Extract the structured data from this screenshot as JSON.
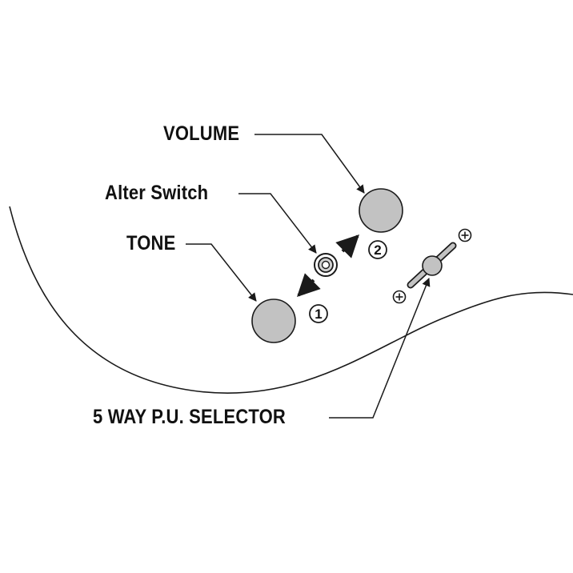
{
  "labels": {
    "volume": "VOLUME",
    "alter_switch": "Alter Switch",
    "tone": "TONE",
    "selector": "5 WAY P.U. SELECTOR"
  },
  "markers": {
    "direction_1": "1",
    "direction_2": "2"
  },
  "colors": {
    "knob_fill": "#c2c2c2",
    "line": "#1a1a1a",
    "background": "#ffffff"
  },
  "icons": {
    "screw": "plus-screw-icon",
    "arrow": "arrow-icon"
  }
}
